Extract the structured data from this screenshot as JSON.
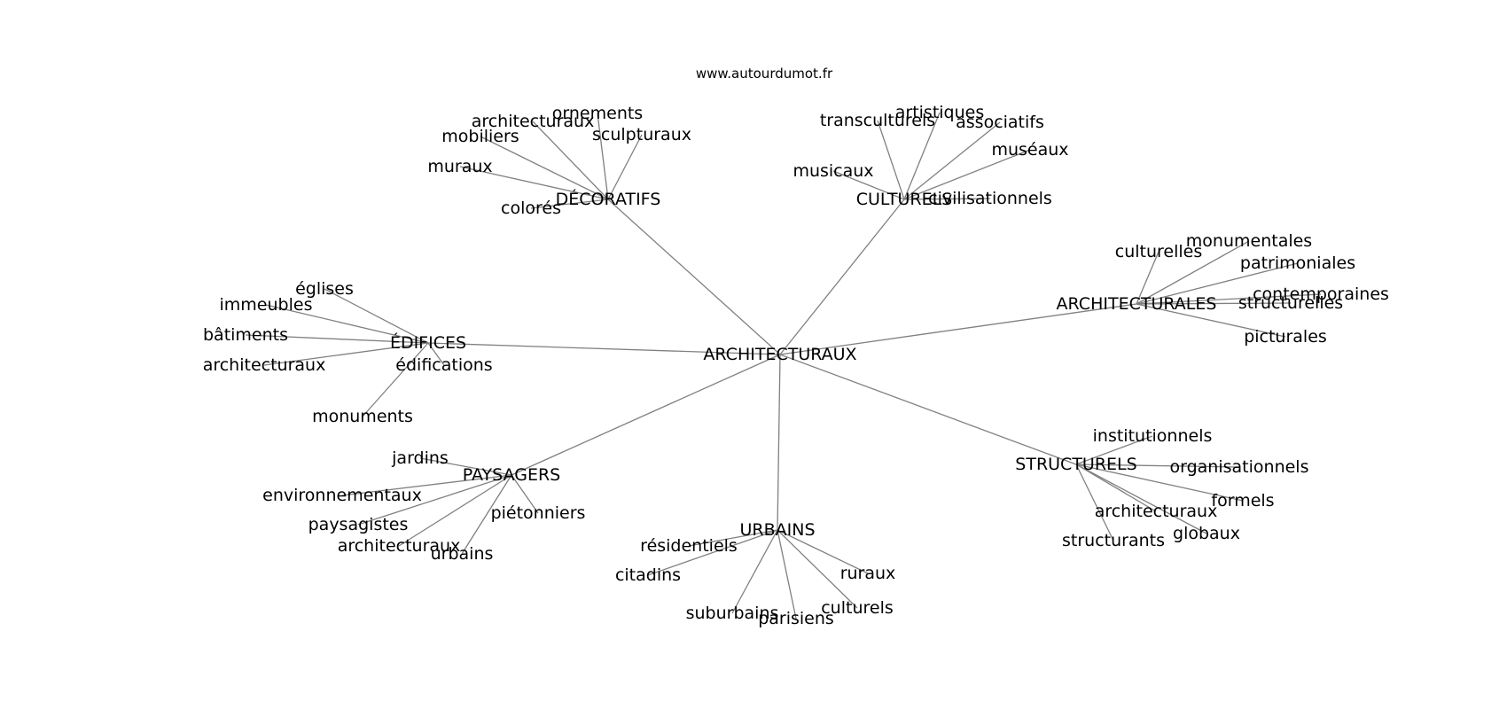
{
  "source": "www.autourdumot.fr",
  "center": "ARCHITECTURAUX",
  "groups": [
    {
      "key": "decoratifs",
      "label": "DÉCORATIFS",
      "children": [
        "ornements",
        "architecturaux",
        "sculpturaux",
        "mobiliers",
        "muraux",
        "colorés"
      ]
    },
    {
      "key": "culturels",
      "label": "CULTURELS",
      "children": [
        "artistiques",
        "transculturels",
        "associatifs",
        "muséaux",
        "musicaux",
        "civilisationnels"
      ]
    },
    {
      "key": "architecturales",
      "label": "ARCHITECTURALES",
      "children": [
        "monumentales",
        "culturelles",
        "patrimoniales",
        "contemporaines",
        "structurelles",
        "picturales"
      ]
    },
    {
      "key": "edifices",
      "label": "ÉDIFICES",
      "children": [
        "églises",
        "immeubles",
        "bâtiments",
        "architecturaux",
        "édifications",
        "monuments"
      ]
    },
    {
      "key": "structurels",
      "label": "STRUCTURELS",
      "children": [
        "institutionnels",
        "organisationnels",
        "formels",
        "architecturaux",
        "globaux",
        "structurants"
      ]
    },
    {
      "key": "paysagers",
      "label": "PAYSAGERS",
      "children": [
        "jardins",
        "environnementaux",
        "piétonniers",
        "paysagistes",
        "architecturaux",
        "urbains"
      ]
    },
    {
      "key": "urbains",
      "label": "URBAINS",
      "children": [
        "résidentiels",
        "citadins",
        "ruraux",
        "culturels",
        "suburbains",
        "parisiens"
      ]
    }
  ]
}
